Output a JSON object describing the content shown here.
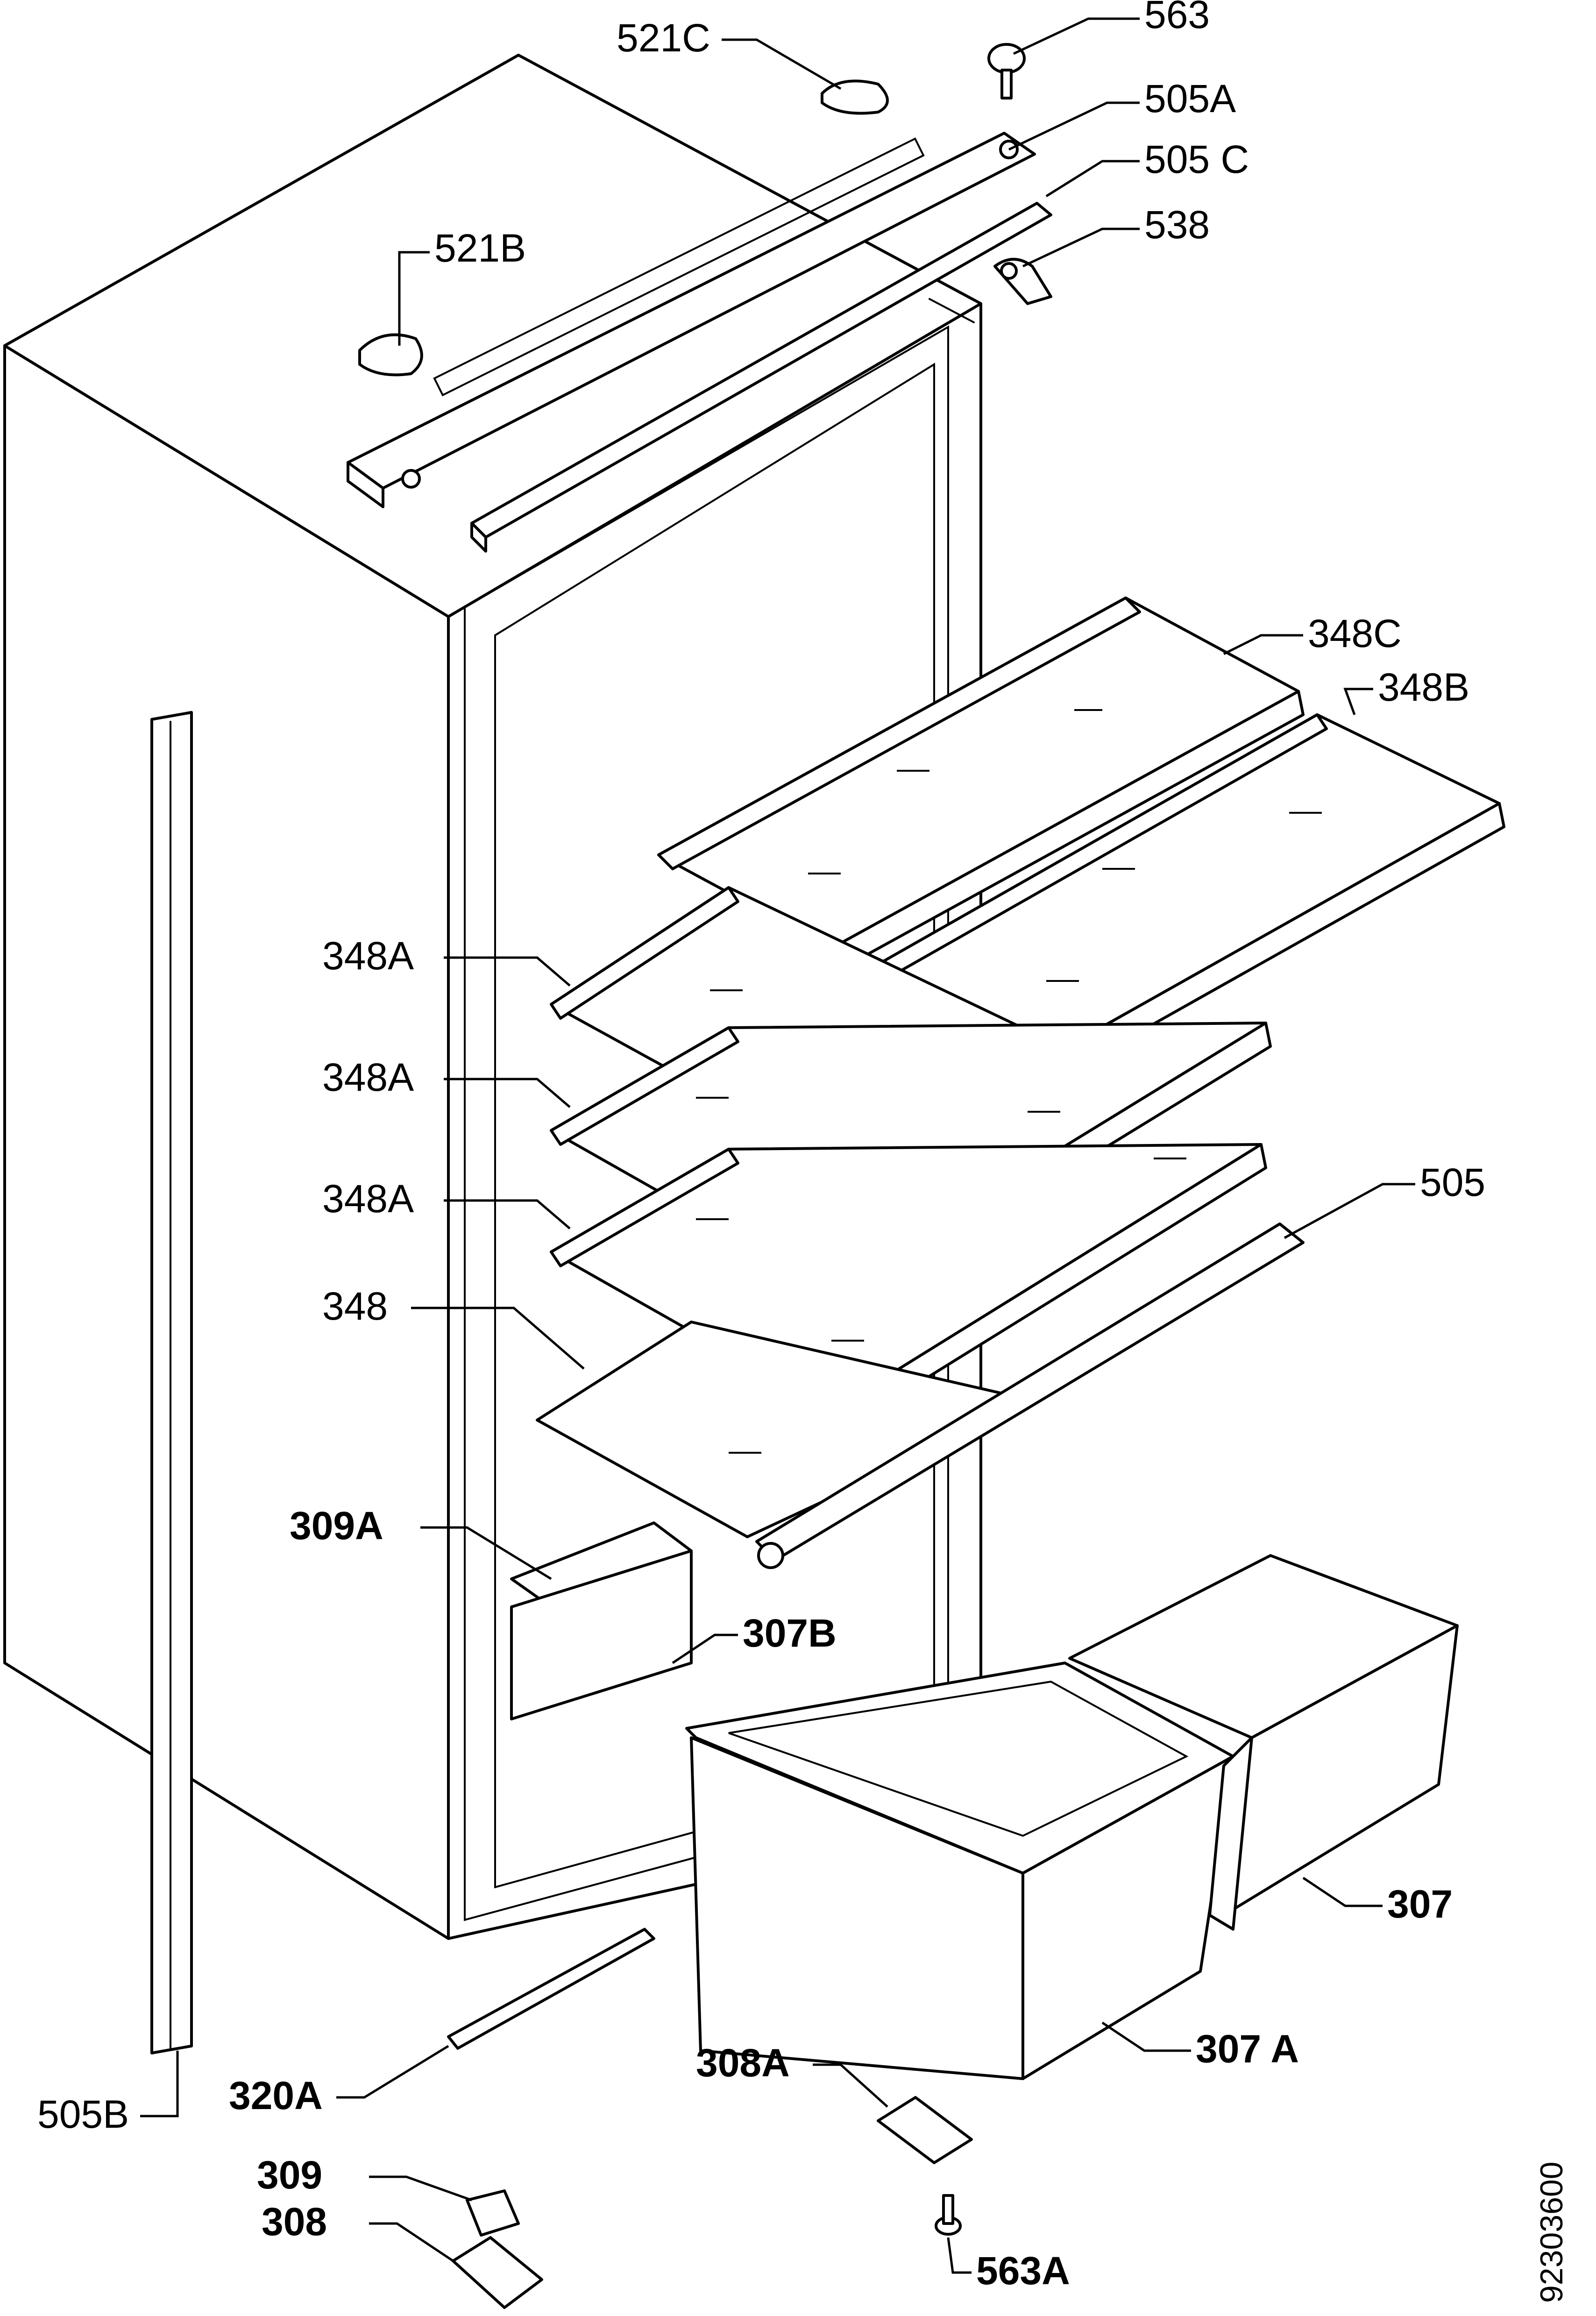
{
  "diagram": {
    "code": "92303600",
    "labels": {
      "l521c": "521C",
      "l563": "563",
      "l505a": "505A",
      "l505c": "505 C",
      "l538": "538",
      "l521b": "521B",
      "l348c": "348C",
      "l348b": "348B",
      "l348a_1": "348A",
      "l348a_2": "348A",
      "l348a_3": "348A",
      "l505": "505",
      "l348": "348",
      "l309a": "309A",
      "l307b": "307B",
      "l307": "307",
      "l307a": "307 A",
      "l308a": "308A",
      "l320a": "320A",
      "l505b": "505B",
      "l309": "309",
      "l308": "308",
      "l563a": "563A"
    }
  }
}
